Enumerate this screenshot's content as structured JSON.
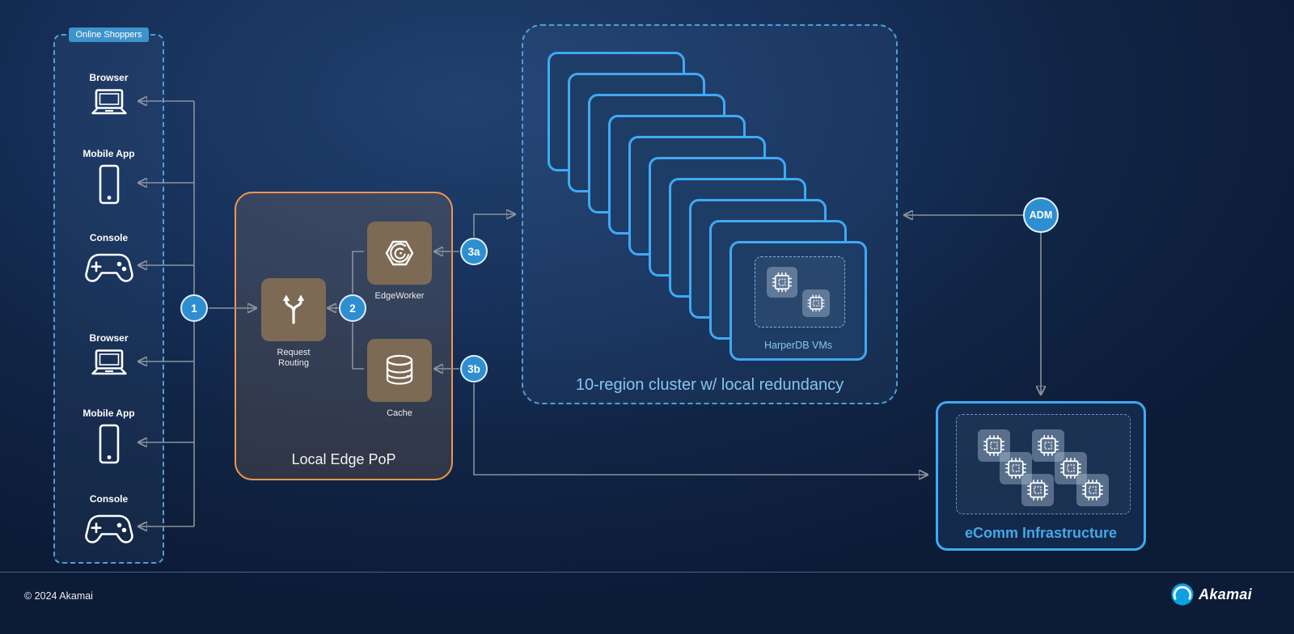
{
  "colors": {
    "background_navy": "#102444",
    "dashed_border_blue": "#4f9fd6",
    "card_border_blue": "#3fa9f5",
    "edge_pop_border_orange": "#f0964e",
    "node_brown": "#7d6a55",
    "step_circle_blue": "#2e8fd0",
    "cluster_label_blue": "#86c5f0",
    "ecomm_label_blue": "#45a7e8",
    "arrow_gray": "#8b929b",
    "akamai_logo_blue": "#0c9fe2"
  },
  "shoppers": {
    "label": "Online Shoppers",
    "devices": [
      {
        "label": "Browser",
        "icon": "laptop-icon"
      },
      {
        "label": "Mobile App",
        "icon": "phone-icon"
      },
      {
        "label": "Console",
        "icon": "gamepad-icon"
      },
      {
        "label": "Browser",
        "icon": "laptop-icon"
      },
      {
        "label": "Mobile App",
        "icon": "phone-icon"
      },
      {
        "label": "Console",
        "icon": "gamepad-icon"
      }
    ]
  },
  "steps": {
    "one": "1",
    "two": "2",
    "three_a": "3a",
    "three_b": "3b"
  },
  "edge_pop": {
    "title": "Local Edge PoP",
    "nodes": [
      {
        "label": "Request Routing",
        "icon": "routing-icon"
      },
      {
        "label": "EdgeWorker",
        "icon": "edgeworker-icon"
      },
      {
        "label": "Cache",
        "icon": "cache-icon"
      }
    ]
  },
  "cluster": {
    "label": "10-region cluster w/ local redundancy",
    "card_count": 10,
    "front_card_label": "HarperDB VMs",
    "front_card_chip_count": 2,
    "chip_icon": "chip-icon"
  },
  "adm": {
    "label": "ADM"
  },
  "ecomm": {
    "label": "eComm Infrastructure",
    "chip_count": 6,
    "chip_icon": "chip-icon"
  },
  "footer": {
    "copyright": "© 2024 Akamai",
    "brand": "Akamai",
    "logo_icon": "akamai-logo-icon"
  }
}
